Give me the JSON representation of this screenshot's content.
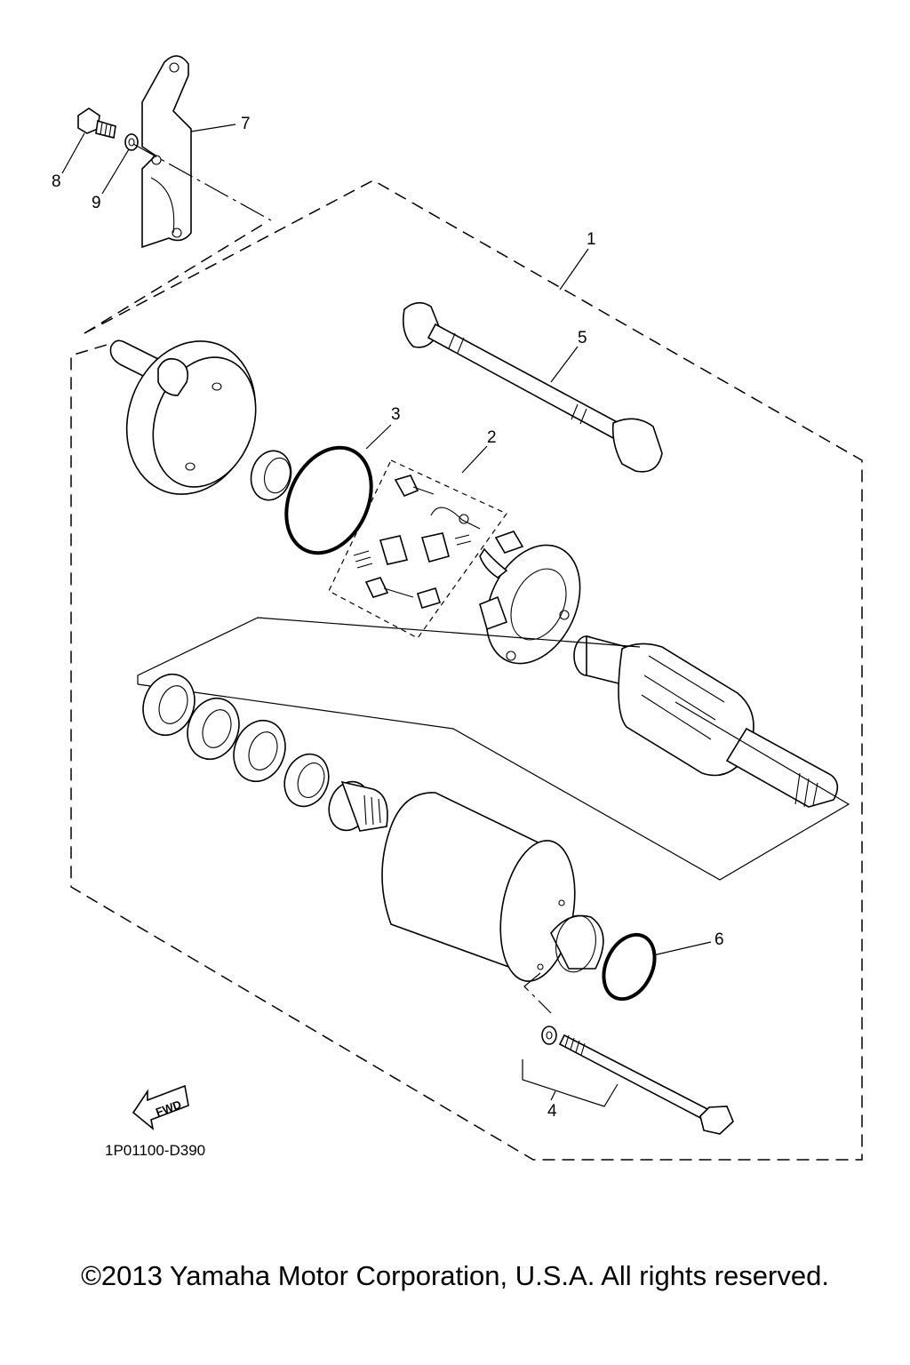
{
  "diagram": {
    "callouts": [
      {
        "id": "1",
        "label": "1"
      },
      {
        "id": "2",
        "label": "2"
      },
      {
        "id": "3",
        "label": "3"
      },
      {
        "id": "4",
        "label": "4"
      },
      {
        "id": "5",
        "label": "5"
      },
      {
        "id": "6",
        "label": "6"
      },
      {
        "id": "7",
        "label": "7"
      },
      {
        "id": "8",
        "label": "8"
      },
      {
        "id": "9",
        "label": "9"
      }
    ],
    "fwd_label": "FWD",
    "diagram_code": "1P01100-D390"
  },
  "footer": {
    "copyright": "©2013 Yamaha Motor Corporation, U.S.A. All rights reserved."
  }
}
